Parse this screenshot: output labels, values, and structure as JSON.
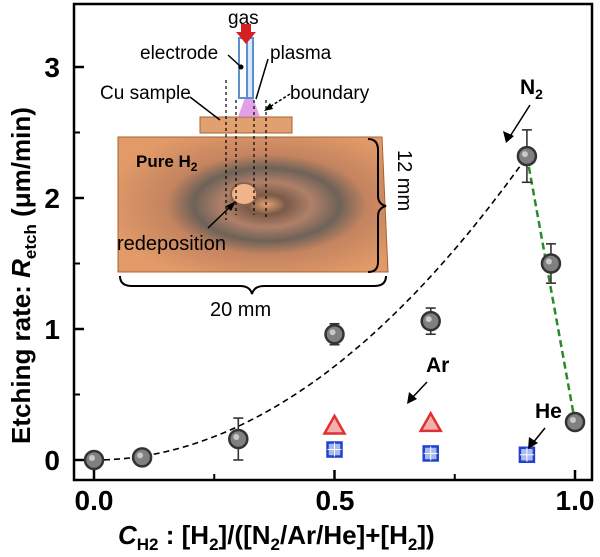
{
  "chart_data": {
    "type": "scatter",
    "xlabel_var": "C",
    "xlabel_sub": "H2",
    "xlabel_rest": " : [H",
    "xlabel_rest2": "]/([N",
    "xlabel_rest3": "/Ar/He]+[H",
    "xlabel_rest4": "])",
    "ylabel_main": "Etching rate: ",
    "ylabel_var": "R",
    "ylabel_sub": "etch",
    "ylabel_unit": "  (μm/min)",
    "xlim": [
      -0.02,
      1.04
    ],
    "ylim": [
      -0.2,
      3.6
    ],
    "x_ticks": [
      0.0,
      0.5,
      1.0
    ],
    "x_tick_labels": [
      "0.0",
      "0.5",
      "1.0"
    ],
    "y_ticks": [
      0,
      1,
      2,
      3
    ],
    "y_tick_labels": [
      "0",
      "1",
      "2",
      "3"
    ],
    "series": [
      {
        "name": "N2",
        "marker": "circle",
        "color": "#808080",
        "points": [
          {
            "x": 0.0,
            "y": 0.0,
            "err": 0
          },
          {
            "x": 0.1,
            "y": 0.02,
            "err": 0.04
          },
          {
            "x": 0.3,
            "y": 0.16,
            "err": 0.16
          },
          {
            "x": 0.5,
            "y": 0.96,
            "err": 0.08
          },
          {
            "x": 0.7,
            "y": 1.06,
            "err": 0.1
          },
          {
            "x": 0.9,
            "y": 2.32,
            "err": 0.2
          },
          {
            "x": 0.95,
            "y": 1.5,
            "err": 0.15
          },
          {
            "x": 1.0,
            "y": 0.29,
            "err": 0
          }
        ]
      },
      {
        "name": "Ar",
        "marker": "triangle",
        "color": "#e03030",
        "points": [
          {
            "x": 0.5,
            "y": 0.26
          },
          {
            "x": 0.7,
            "y": 0.28
          }
        ]
      },
      {
        "name": "He",
        "marker": "square",
        "color": "#2040d0",
        "points": [
          {
            "x": 0.5,
            "y": 0.08
          },
          {
            "x": 0.7,
            "y": 0.05
          },
          {
            "x": 0.9,
            "y": 0.04
          }
        ]
      }
    ],
    "annotations": {
      "n2_label": "N",
      "n2_sub": "2",
      "ar_label": "Ar",
      "he_label": "He"
    },
    "fit_curves": [
      {
        "style": "dashed",
        "color": "#000000",
        "x": [
          0.0,
          0.9
        ],
        "coef": [
          0.0,
          0.0,
          2.86
        ]
      },
      {
        "style": "dashed",
        "color": "#2a8a2a",
        "x": [
          0.9,
          1.0
        ],
        "from": [
          0.9,
          2.32
        ],
        "to": [
          1.0,
          0.29
        ]
      }
    ],
    "grid": false
  },
  "inset": {
    "gas_label": "gas",
    "electrode_label": "electrode",
    "plasma_label": "plasma",
    "cu_sample_label": "Cu sample",
    "boundary_label": "boundary",
    "pure_h2_label": "Pure H",
    "pure_h2_sub": "2",
    "redeposition_label": "redeposition",
    "width_label": "20 mm",
    "height_label": "12 mm",
    "colors": {
      "sample": "#d8905c",
      "sample_edge": "#a86030",
      "arrow": "#d42020",
      "electrode": "#5a8fd0",
      "plasma": "#d880e0"
    }
  }
}
